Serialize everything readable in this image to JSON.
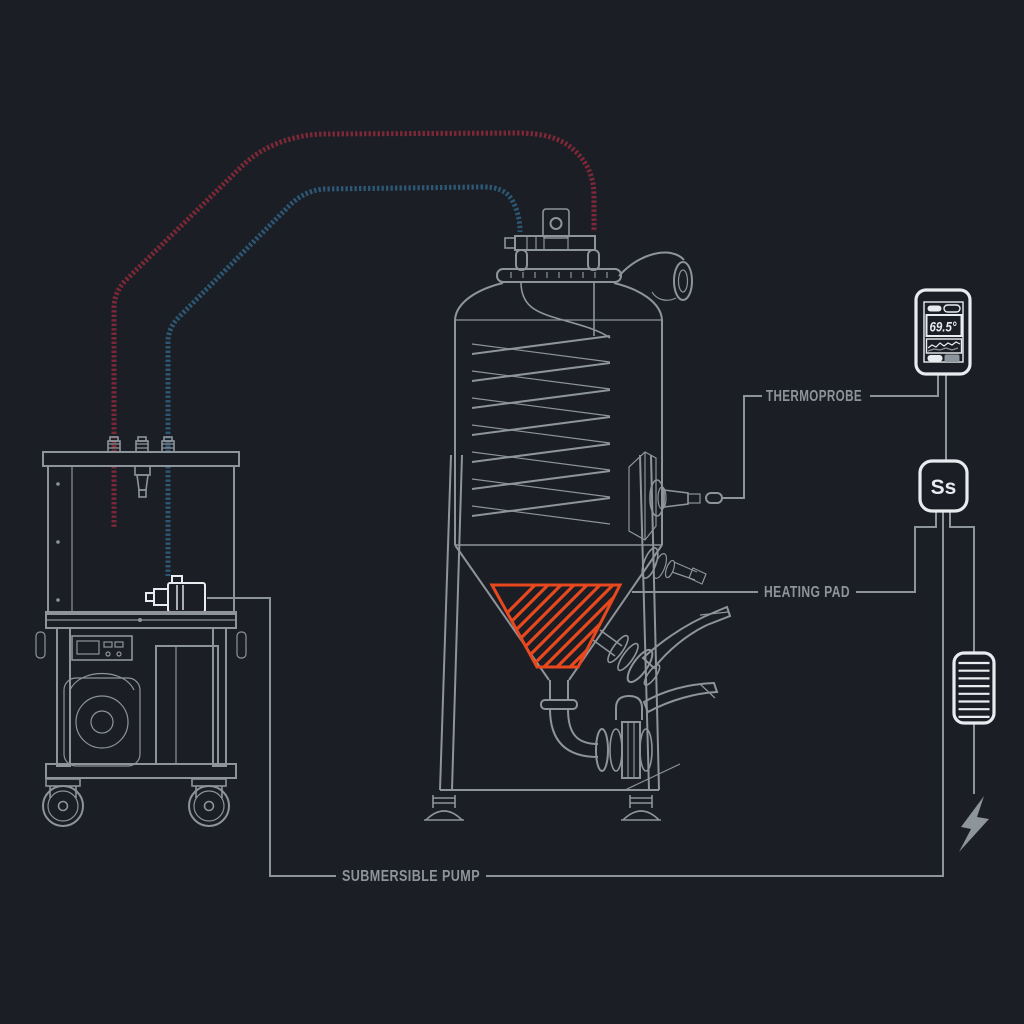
{
  "labels": {
    "thermoprobe": "THERMOPROBE",
    "heating_pad": "HEATING PAD",
    "submersible_pump": "SUBMERSIBLE PUMP"
  },
  "controller": {
    "temperature": "69.5°"
  },
  "badge": {
    "text": "Ss"
  },
  "icons": {
    "controller": "temperature-controller-display",
    "brand": "ss-logo-badge",
    "heating_element": "heating-element-coil-icon",
    "power": "lightning-bolt-icon"
  },
  "colors": {
    "background": "#1b1e24",
    "line": "#8e949b",
    "bright": "#e9ebef",
    "hose_hot": "#7e2837",
    "hose_cold": "#2c5875",
    "heating_pad": "#e8481e"
  }
}
